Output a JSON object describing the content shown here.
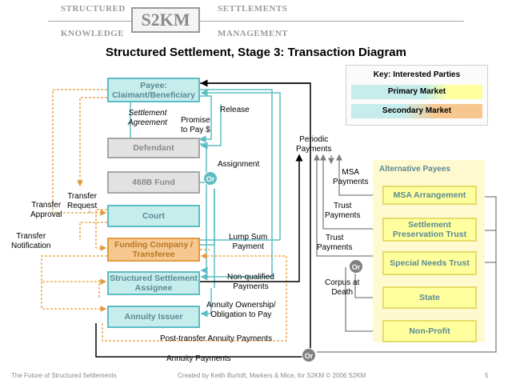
{
  "header": {
    "word_tl": "STRUCTURED",
    "word_bl": "KNOWLEDGE",
    "logo": "S2KM",
    "word_tr": "SETTLEMENTS",
    "word_br": "MANAGEMENT"
  },
  "title": "Structured Settlement, Stage 3:  Transaction Diagram",
  "key": {
    "title": "Key:  Interested Parties",
    "primary": "Primary Market",
    "secondary": "Secondary Market"
  },
  "boxes": {
    "payee": "Payee: Claimant/Beneficiary",
    "defendant": "Defendant",
    "fund": "468B Fund",
    "court": "Court",
    "funding": "Funding Company / Transferee",
    "assignee": "Structured Settlement Assignee",
    "issuer": "Annuity Issuer",
    "alt_title": "Alternative Payees",
    "msa": "MSA Arrangement",
    "spt": "Settlement Preservation Trust",
    "snt": "Special Needs Trust",
    "state": "State",
    "nonprofit": "Non-Profit"
  },
  "labels": {
    "settlement_agreement_1": "Settlement",
    "settlement_agreement_2": "Agreement",
    "promise_1": "Promise",
    "promise_2": "to Pay $",
    "release": "Release",
    "assignment": "Assignment",
    "transfer_request_1": "Transfer",
    "transfer_request_2": "Request",
    "transfer_approval_1": "Transfer",
    "transfer_approval_2": "Approval",
    "transfer_notification_1": "Transfer",
    "transfer_notification_2": "Notification",
    "lump_sum_1": "Lump Sum",
    "lump_sum_2": "Payment",
    "nonqual_1": "Non-qualified",
    "nonqual_2": "Payments",
    "ownership_1": "Annuity Ownership/",
    "ownership_2": "Obligation to Pay",
    "post_transfer": "Post-transfer Annuity Payments",
    "annuity_payments": "Annuity Payments",
    "periodic_1": "Periodic",
    "periodic_2": "Payments",
    "msa_payments_1": "MSA",
    "msa_payments_2": "Payments",
    "trust_payments_a_1": "Trust",
    "trust_payments_a_2": "Payments",
    "trust_payments_b_1": "Trust",
    "trust_payments_b_2": "Payments",
    "corpus_1": "Corpus at",
    "corpus_2": "Death",
    "or": "Or"
  },
  "footer": {
    "left": "The Future of Structured Settlements",
    "center": "Created by Keith Burtoft, Markers & Mice, for S2KM   © 2006 S2KM",
    "page": "5"
  },
  "colors": {
    "primary_fill": "#c6ecec",
    "primary_border": "#5dbdc4",
    "secondary_fill": "#f6c890",
    "secondary_border": "#e49a3c",
    "alternative_fill": "#ffff9e",
    "neutral_fill": "#e2e2e2"
  }
}
